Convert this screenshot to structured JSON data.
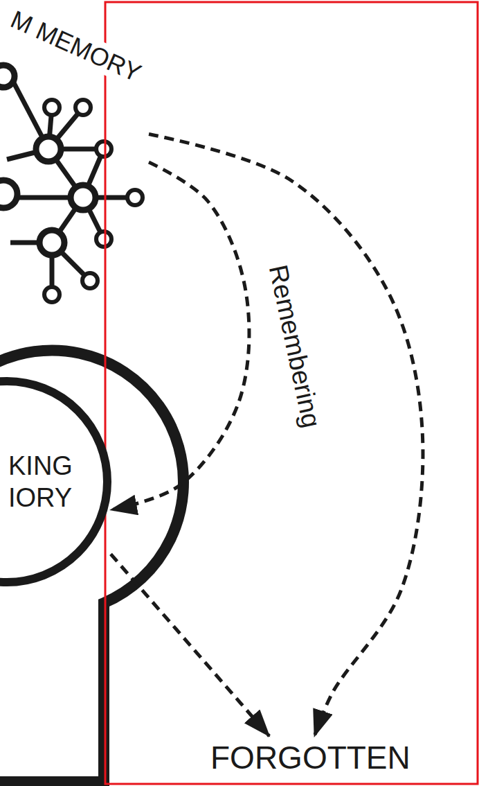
{
  "diagram": {
    "nodes": [
      {
        "text": [
          "M MEMORY"
        ]
      },
      {
        "text": [
          "KING IORY"
        ]
      },
      {
        "text": [
          "FORGOTTEN"
        ]
      }
    ],
    "edges": [
      {
        "from": 0,
        "to": 1,
        "arrow": "to",
        "label": "Remembering"
      },
      {
        "from": 1,
        "to": 2,
        "arrow": "to"
      },
      {
        "from": 0,
        "to": 2,
        "arrow": "to"
      }
    ]
  }
}
